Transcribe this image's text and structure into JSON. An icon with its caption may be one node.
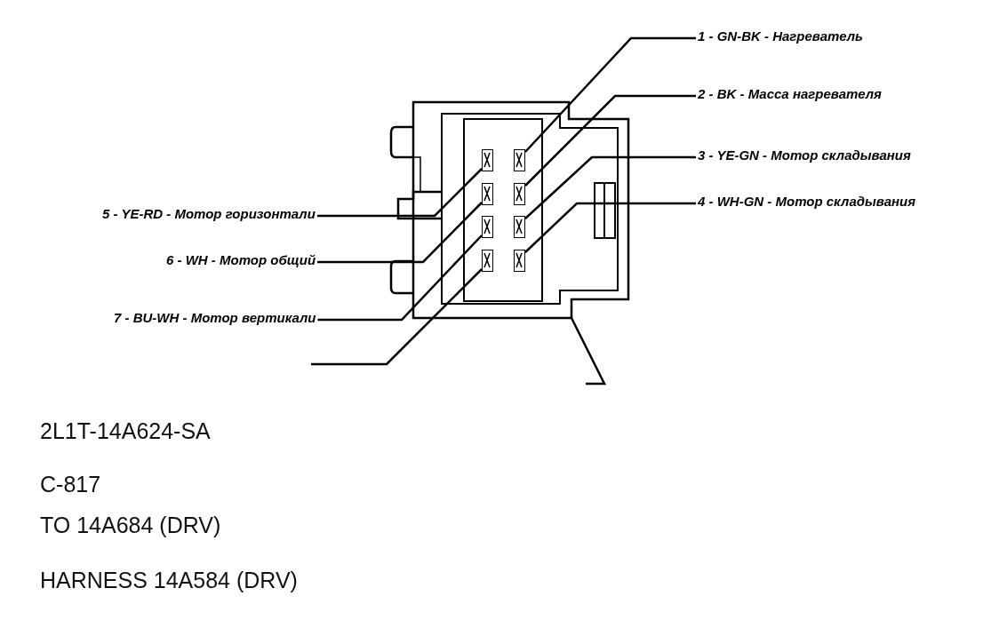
{
  "diagram": {
    "nodes": [
      {
        "text": [
          "1 - GN-BK - Нагреватель"
        ]
      },
      {
        "text": [
          "2 - BK - Масса нагревателя"
        ]
      },
      {
        "text": [
          "3 - YE-GN - Мотор складывания"
        ]
      },
      {
        "text": [
          "4 - WH-GN - Мотор складывания"
        ]
      },
      {
        "text": [
          "5 - YE-RD - Мотор горизонтали"
        ]
      },
      {
        "text": [
          "6 - WH - Мотор общий"
        ]
      },
      {
        "text": [
          "7 - BU-WH - Мотор вертикали"
        ]
      },
      {
        "text": [],
        "shape": "box"
      },
      {
        "text": [],
        "shape": "box"
      },
      {
        "text": [],
        "shape": "box"
      },
      {
        "text": [],
        "shape": "box"
      },
      {
        "text": [],
        "shape": "box"
      },
      {
        "text": [],
        "shape": "box"
      },
      {
        "text": [],
        "shape": "box"
      },
      {
        "text": [],
        "shape": "box"
      }
    ],
    "edges": [
      {
        "from": 0,
        "to": 8,
        "arrow": "none"
      },
      {
        "from": 1,
        "to": 10,
        "arrow": "none"
      },
      {
        "from": 2,
        "to": 12,
        "arrow": "none"
      },
      {
        "from": 3,
        "to": 14,
        "arrow": "none"
      },
      {
        "from": 4,
        "to": 7,
        "arrow": "none"
      },
      {
        "from": 5,
        "to": 9,
        "arrow": "none"
      },
      {
        "from": 6,
        "to": 11,
        "arrow": "none"
      },
      {
        "from": null,
        "to": 13,
        "arrow": "none"
      }
    ],
    "labels": [
      "2L1T-14A624-SA",
      "C-817",
      "TO 14A684 (DRV)",
      "HARNESS 14A584 (DRV)"
    ]
  }
}
